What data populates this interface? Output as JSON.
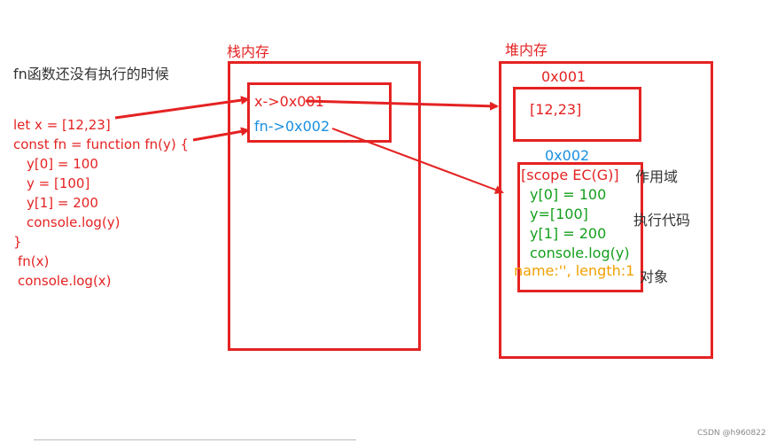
{
  "heading": "fn函数还没有执行的时候",
  "code": {
    "lines": [
      "let x = [12,23]",
      "const fn = function fn(y) {",
      "y[0] = 100",
      "y = [100]",
      "y[1] = 200",
      "console.log(y)",
      "}",
      "fn(x)",
      "console.log(x)"
    ]
  },
  "stack": {
    "title": "栈内存",
    "entry_x": "x->0x001",
    "entry_fn": "fn->0x002"
  },
  "heap": {
    "title": "堆内存",
    "obj1": {
      "address": "0x001",
      "value": "[12,23]"
    },
    "obj2": {
      "address": "0x002",
      "scope": "[scope  EC(G)]",
      "body": [
        "y[0] = 100",
        "y=[100]",
        "y[1] = 200",
        "console.log(y)"
      ],
      "props": "name:'', length:1"
    },
    "labels": {
      "scope": "作用域",
      "code": "执行代码",
      "object": "对象"
    }
  },
  "watermark": "CSDN @h960822",
  "colors": {
    "red": "#e52222",
    "green": "#13a01b",
    "blue": "#1a8fe0",
    "orange": "#f0a000"
  }
}
